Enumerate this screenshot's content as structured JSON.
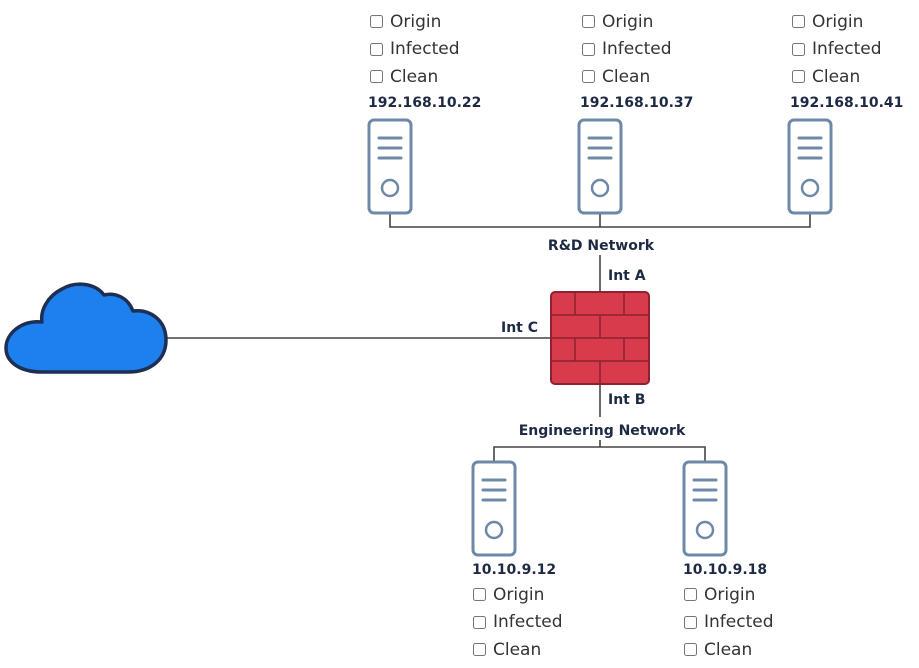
{
  "checkbox_options": [
    "Origin",
    "Infected",
    "Clean"
  ],
  "rd_network": {
    "label": "R&D Network",
    "hosts": [
      {
        "ip": "192.168.10.22",
        "checks": {
          "origin": false,
          "infected": false,
          "clean": false
        }
      },
      {
        "ip": "192.168.10.37",
        "checks": {
          "origin": false,
          "infected": false,
          "clean": false
        }
      },
      {
        "ip": "192.168.10.41",
        "checks": {
          "origin": false,
          "infected": false,
          "clean": false
        }
      }
    ]
  },
  "engineering_network": {
    "label": "Engineering Network",
    "hosts": [
      {
        "ip": "10.10.9.12",
        "checks": {
          "origin": false,
          "infected": false,
          "clean": false
        }
      },
      {
        "ip": "10.10.9.18",
        "checks": {
          "origin": false,
          "infected": false,
          "clean": false
        }
      }
    ]
  },
  "firewall": {
    "interfaces": {
      "a": "Int A",
      "b": "Int B",
      "c": "Int C"
    }
  },
  "colors": {
    "cloud_fill": "#1e80ee",
    "cloud_stroke": "#1d2f52",
    "firewall_fill": "#d83b4c",
    "firewall_stroke": "#8c2230",
    "server_stroke": "#6e88a8",
    "link": "#444444",
    "label_text": "#1e2a44"
  },
  "icons": {
    "server": "server-tower-icon",
    "cloud": "cloud-icon",
    "firewall": "firewall-brick-icon",
    "checkbox": "checkbox-icon"
  }
}
